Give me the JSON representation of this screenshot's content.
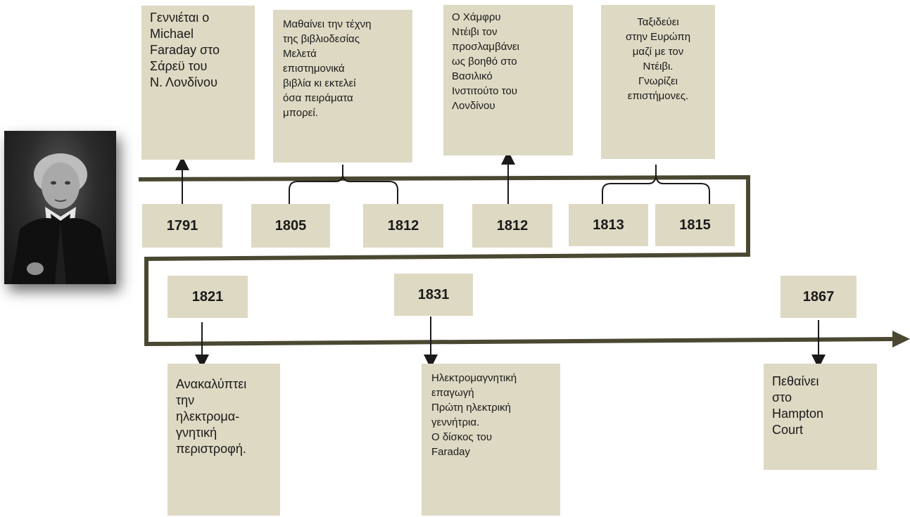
{
  "colors": {
    "box_fill": "#ddd9c3",
    "line": "#4b4832",
    "connector": "#1a1a1a"
  },
  "portrait": {
    "icon": "faraday-portrait-icon"
  },
  "top_events": [
    {
      "id": "birth",
      "text": "Γεννιέται ο\nMichael\nFaraday στο\nΣάρεϋ του\nΝ. Λονδίνου"
    },
    {
      "id": "bookbinding",
      "text": "Μαθαίνει την τέχνη\nτης βιβλιοδεσίας\nΜελετά\nεπιστημονικά\nβιβλία κι εκτελεί\nόσα πειράματα\nμπορεί."
    },
    {
      "id": "davy-assistant",
      "text": "Ο Χάμφρυ\nΝτέιβι τον\nπροσλαμβάνει\nως βοηθό στο\nΒασιλικό\nΙνστιτούτο του\nΛονδίνου"
    },
    {
      "id": "europe-travel",
      "text": "Ταξιδεύει\nστην Ευρώπη\nμαζί με τον\nΝτέιβι.\nΓνωρίζει\nεπιστήμονες."
    }
  ],
  "top_years": [
    "1791",
    "1805",
    "1812",
    "1812",
    "1813",
    "1815"
  ],
  "bottom_years": [
    "1821",
    "1831",
    "1867"
  ],
  "bottom_events": [
    {
      "id": "rotation",
      "text": "Ανακαλύπτει\nτην\nηλεκτρομα-\nγνητική\nπεριστροφή."
    },
    {
      "id": "induction",
      "text": "Ηλεκτρομαγνητική\nεπαγωγή\nΠρώτη ηλεκτρική\nγεννήτρια.\nΟ δίσκος του\nFaraday"
    },
    {
      "id": "death",
      "text": "Πεθαίνει\nστο\nHampton\nCourt"
    }
  ]
}
